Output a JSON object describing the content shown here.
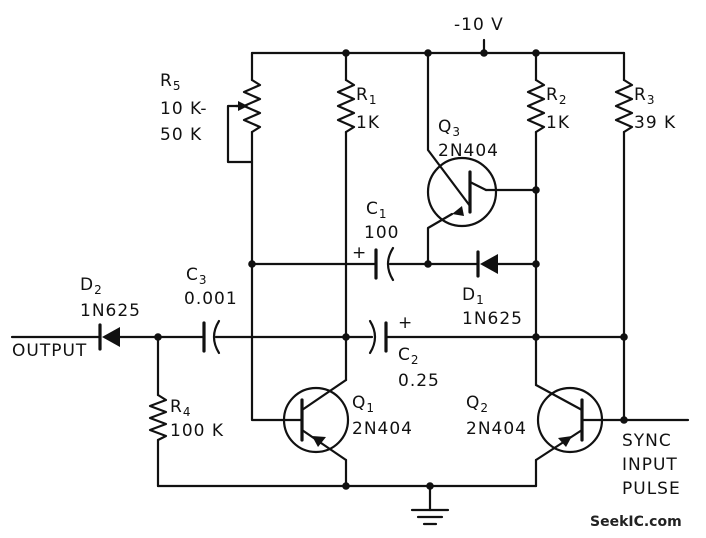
{
  "supply": {
    "label": "-10 V"
  },
  "components": {
    "r5": {
      "ref": "R",
      "sub": "5",
      "value_line1": "10 K-",
      "value_line2": "50 K"
    },
    "r1": {
      "ref": "R",
      "sub": "1",
      "value": "1K"
    },
    "r2": {
      "ref": "R",
      "sub": "2",
      "value": "1K"
    },
    "r3": {
      "ref": "R",
      "sub": "3",
      "value": "39 K"
    },
    "r4": {
      "ref": "R",
      "sub": "4",
      "value": "100 K"
    },
    "q1": {
      "ref": "Q",
      "sub": "1",
      "part": "2N404"
    },
    "q2": {
      "ref": "Q",
      "sub": "2",
      "part": "2N404"
    },
    "q3": {
      "ref": "Q",
      "sub": "3",
      "part": "2N404"
    },
    "c1": {
      "ref": "C",
      "sub": "1",
      "value": "100"
    },
    "c2": {
      "ref": "C",
      "sub": "2",
      "value": "0.25"
    },
    "c3": {
      "ref": "C",
      "sub": "3",
      "value": "0.001"
    },
    "d1": {
      "ref": "D",
      "sub": "1",
      "part": "1N625"
    },
    "d2": {
      "ref": "D",
      "sub": "2",
      "part": "1N625"
    }
  },
  "terminals": {
    "output": "OUTPUT",
    "sync_line1": "SYNC",
    "sync_line2": "INPUT",
    "sync_line3": "PULSE"
  },
  "polarity": {
    "plus": "+"
  },
  "watermark": "SeekIC.com"
}
